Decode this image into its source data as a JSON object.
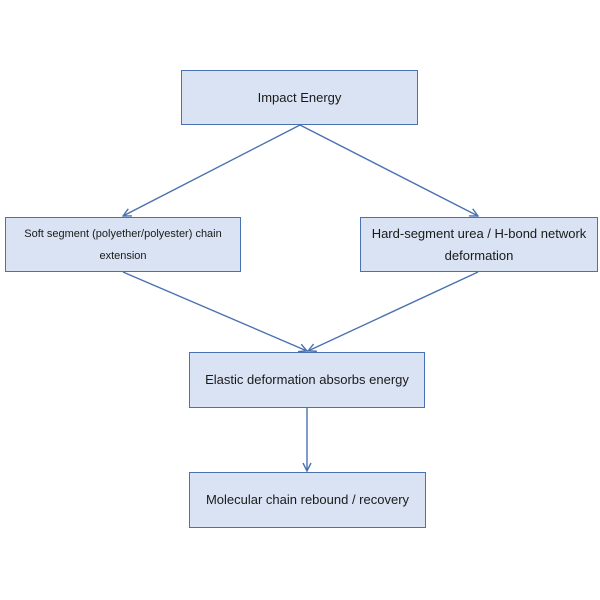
{
  "diagram": {
    "type": "flowchart",
    "colors": {
      "box_fill": "#dae3f3",
      "box_border": "#4a72b0",
      "arrow": "#4a72b0",
      "text": "#1a1a1a"
    },
    "nodes": {
      "impact": {
        "label": "Impact Energy"
      },
      "soft": {
        "label": "Soft segment (polyether/polyester) chain extension"
      },
      "hard": {
        "label": "Hard-segment urea / H-bond network deformation"
      },
      "elastic": {
        "label": "Elastic deformation absorbs energy"
      },
      "rebound": {
        "label": "Molecular chain rebound / recovery"
      }
    },
    "edges": [
      {
        "from": "impact",
        "to": "soft"
      },
      {
        "from": "impact",
        "to": "hard"
      },
      {
        "from": "soft",
        "to": "elastic"
      },
      {
        "from": "hard",
        "to": "elastic"
      },
      {
        "from": "elastic",
        "to": "rebound"
      }
    ]
  }
}
